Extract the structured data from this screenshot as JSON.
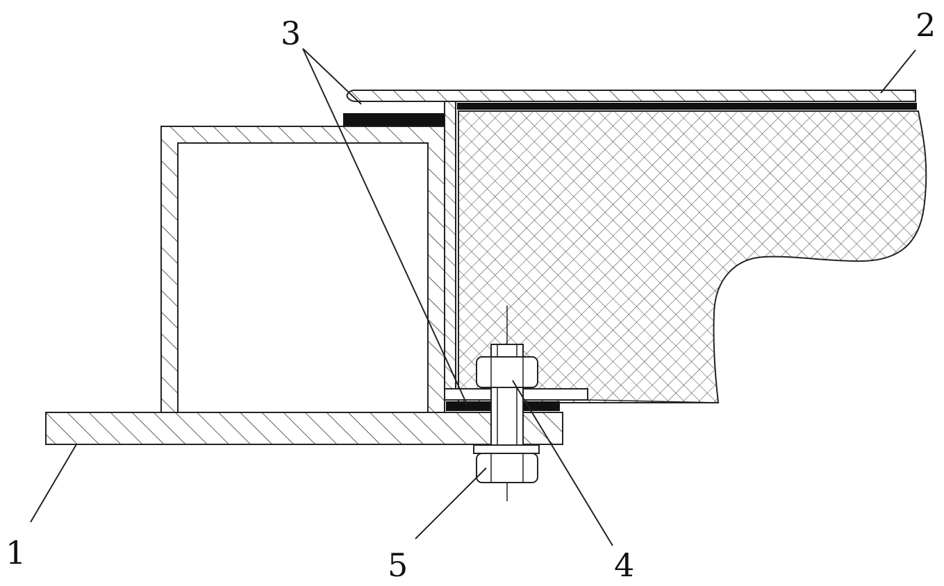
{
  "labels": {
    "base_plate": "1",
    "cover_plate": "2",
    "sealing_gasket": "3",
    "bolt": "4",
    "nut": "5"
  },
  "colors": {
    "line": "#222222",
    "gasket": "#111111",
    "background": "#ffffff"
  }
}
